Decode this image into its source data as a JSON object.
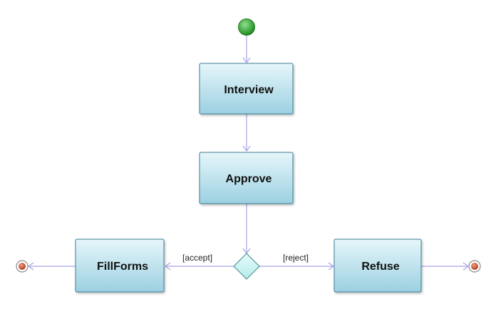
{
  "diagram": {
    "type": "uml-activity",
    "colors": {
      "action_fill_top": "#e3f4f9",
      "action_fill_bottom": "#9fd3e3",
      "action_border": "#3c7f97",
      "edge": "#a5a5e6",
      "start_fill": "#2e9e2e",
      "final_ring": "#8a8a8a",
      "final_fill": "#c8452a",
      "decision_fill": "#cdf3f3"
    },
    "nodes": {
      "interview": {
        "label": "Interview"
      },
      "approve": {
        "label": "Approve"
      },
      "fillforms": {
        "label": "FillForms"
      },
      "refuse": {
        "label": "Refuse"
      }
    },
    "guards": {
      "accept": "[accept]",
      "reject": "[reject]"
    }
  }
}
